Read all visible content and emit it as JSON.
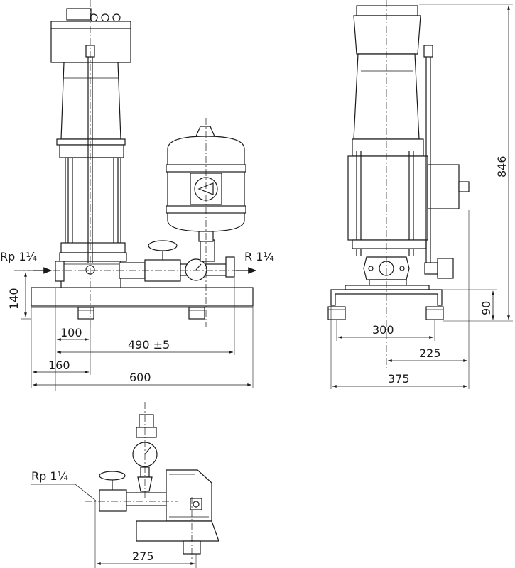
{
  "front_view": {
    "labels": {
      "inlet": "Rp 1¼",
      "outlet": "R 1¼"
    },
    "dimensions": {
      "height_inlet": "140",
      "pump_offset": "100",
      "connection_spacing": "490 ±5",
      "base_offset": "160",
      "overall_width": "600"
    }
  },
  "side_view": {
    "dimensions": {
      "overall_height": "846",
      "feet_height": "90",
      "feet_spacing": "300",
      "axis_offset": "225",
      "overall_depth": "375"
    }
  },
  "top_view": {
    "labels": {
      "inlet": "Rp 1¼"
    },
    "dimensions": {
      "inlet_distance": "275"
    }
  }
}
